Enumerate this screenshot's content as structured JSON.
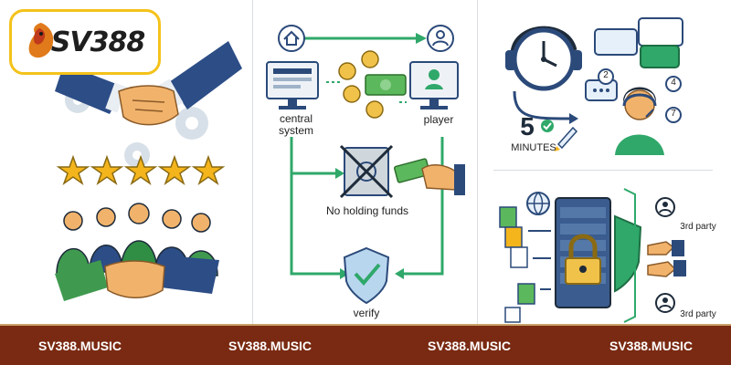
{
  "logo": {
    "text": "SV388"
  },
  "flow": {
    "central_label": "central\nsystem",
    "player_label": "player",
    "no_holding_label": "No holding funds",
    "verify_label": "verify"
  },
  "support": {
    "time_value": "5",
    "time_unit": "MINUTES",
    "bubble_numbers": [
      "2",
      "4",
      "7"
    ]
  },
  "security": {
    "party_label_1": "3rd party",
    "party_label_2": "3rd party"
  },
  "footer": {
    "items": [
      "SV388.MUSIC",
      "SV388.MUSIC",
      "SV388.MUSIC",
      "SV388.MUSIC"
    ]
  },
  "colors": {
    "footer_bg": "#7a2a12",
    "logo_border": "#f4c21a",
    "arrow_green": "#2fa86a",
    "navy": "#2b4a7a"
  }
}
